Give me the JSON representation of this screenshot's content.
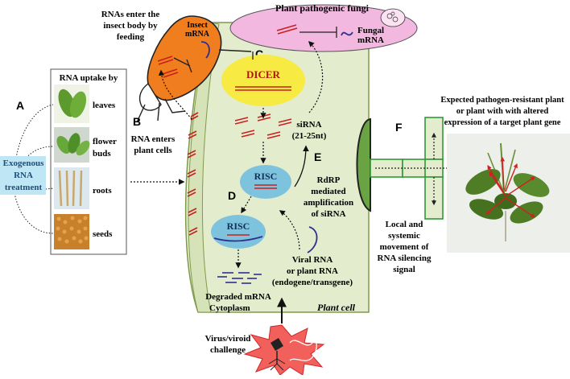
{
  "colors": {
    "cell_fill": "#e3eccd",
    "cell_stroke": "#7f9a4c",
    "fungi_fill": "#f2b8e0",
    "insect_fill": "#f07d1e",
    "dicer_fill": "#f7ea43",
    "risc_fill": "#7ec3dd",
    "virus_fill": "#f1605a",
    "rna_red": "#c8201f",
    "rna_blue": "#2f2f8f",
    "signal_green": "#2e9a3a",
    "exo_fill": "#bfe6f5",
    "exo_text": "#1f4e79"
  },
  "labels": {
    "A": "A",
    "B": "B",
    "C": "C",
    "D": "D",
    "E": "E",
    "F": "F"
  },
  "uptake": {
    "title": "RNA uptake by",
    "items": [
      "leaves",
      "flower buds",
      "roots",
      "seeds"
    ]
  },
  "exogenous": [
    "Exogenous",
    "RNA",
    "treatment"
  ],
  "rna_enters": [
    "RNA enters",
    "plant cells"
  ],
  "insect": {
    "caption": [
      "RNAs enter the",
      "insect body by",
      "feeding"
    ],
    "mrna": [
      "Insect",
      "mRNA"
    ]
  },
  "fungi": {
    "title": "Plant pathogenic fungi",
    "mrna": [
      "Fungal",
      "mRNA"
    ]
  },
  "dicer": "DICER",
  "risc": "RISC",
  "sirna": [
    "siRNA",
    "(21-25nt)"
  ],
  "rdrp": [
    "RdRP",
    "mediated",
    "amplification",
    "of siRNA"
  ],
  "viral_rna": [
    "Viral RNA",
    "or plant RNA",
    "(endogene/transgene)"
  ],
  "degraded": "Degraded mRNA",
  "cytoplasm": "Cytoplasm",
  "plant_cell": "Plant cell",
  "virus": [
    "Virus/viroid",
    "challenge"
  ],
  "signal": [
    "Local and",
    "systemic",
    "movement of",
    "RNA silencing",
    "signal"
  ],
  "expected": [
    "Expected pathogen-resistant plant",
    "or plant with with altered",
    "expression of a target plant gene"
  ]
}
